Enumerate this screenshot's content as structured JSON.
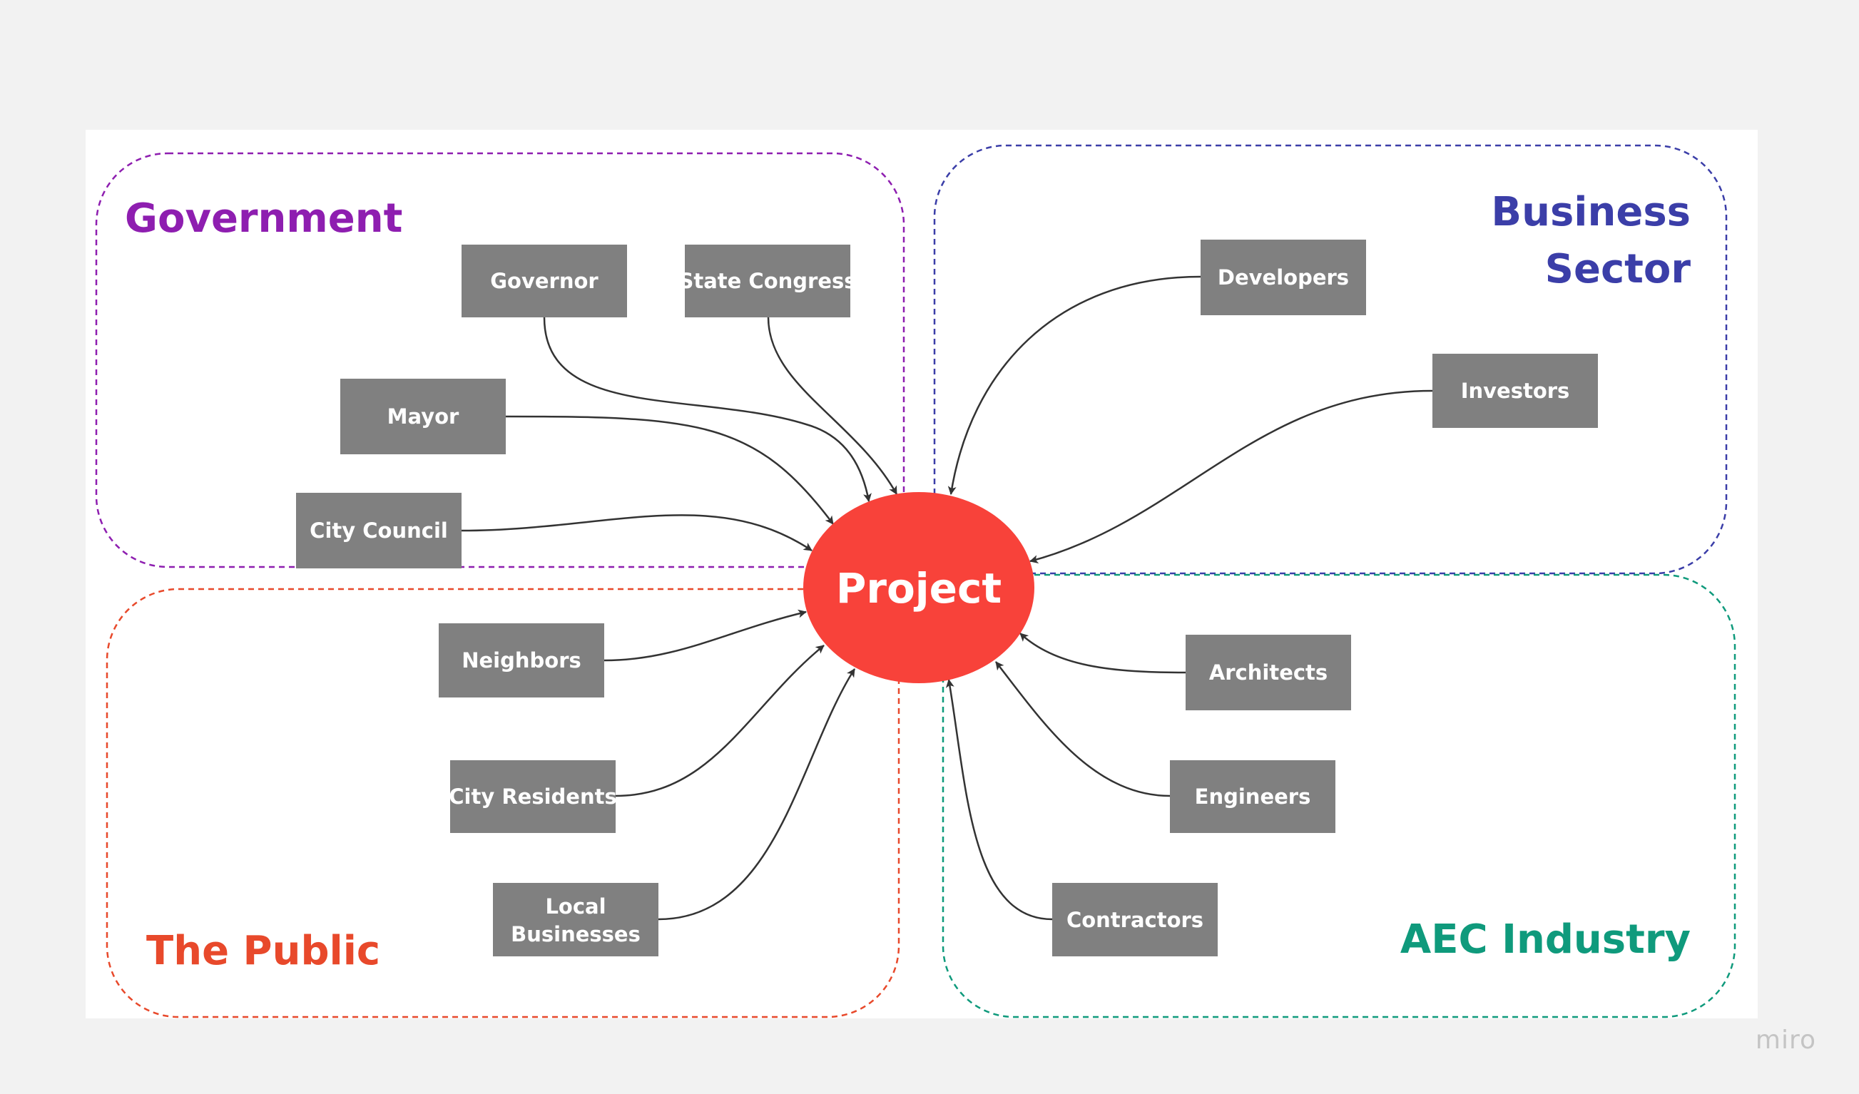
{
  "center": {
    "label": "Project",
    "color": "#f8423a"
  },
  "groups": {
    "government": {
      "title": "Government",
      "color": "#8e1eb0"
    },
    "business": {
      "title_line1": "Business",
      "title_line2": "Sector",
      "color": "#3b3ea8"
    },
    "public": {
      "title": "The Public",
      "color": "#e8492b"
    },
    "aec": {
      "title": "AEC Industry",
      "color": "#0f9a7c"
    }
  },
  "nodes": {
    "governor": "Governor",
    "state_congress": "State Congress",
    "mayor": "Mayor",
    "city_council": "City Council",
    "developers": "Developers",
    "investors": "Investors",
    "neighbors": "Neighbors",
    "city_residents": "City Residents",
    "local_businesses_line1": "Local",
    "local_businesses_line2": "Businesses",
    "architects": "Architects",
    "engineers": "Engineers",
    "contractors": "Contractors"
  },
  "node_color": "#808080",
  "watermark": "miro"
}
